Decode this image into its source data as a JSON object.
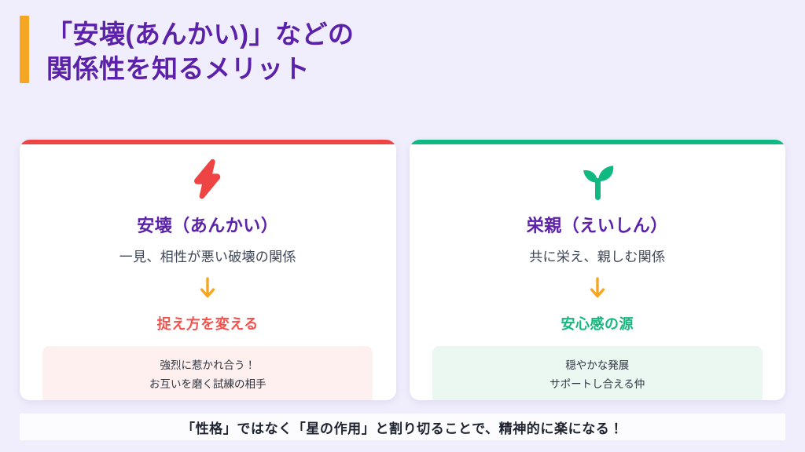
{
  "header": {
    "title": "「安壊(あんかい)」などの\n関係性を知るメリット",
    "accent_color": "#F5A623",
    "title_color": "#5B21A8"
  },
  "background_color": "#F0EEFC",
  "cards": [
    {
      "id": "ankai",
      "top_border_color": "#EF4444",
      "icon": "lightning-bolt-icon",
      "icon_color": "#EF4444",
      "title": "安壊（あんかい）",
      "subtitle": "一見、相性が悪い破壊の関係",
      "arrow": "↓",
      "arrow_color": "#F5A623",
      "keyword": "捉え方を変える",
      "keyword_color": "#F4534D",
      "note_bg_color": "#FDF0EE",
      "note_lines": [
        "強烈に惹かれ合う！",
        "お互いを磨く試練の相手"
      ]
    },
    {
      "id": "eishin",
      "top_border_color": "#10B981",
      "icon": "seedling-icon",
      "icon_color": "#10B981",
      "title": "栄親（えいしん）",
      "subtitle": "共に栄え、親しむ関係",
      "arrow": "↓",
      "arrow_color": "#F5A623",
      "keyword": "安心感の源",
      "keyword_color": "#14B87E",
      "note_bg_color": "#EAF8F1",
      "note_lines": [
        "穏やかな発展",
        "サポートし合える仲"
      ]
    }
  ],
  "footer": {
    "text": "「性格」ではなく「星の作用」と割り切ることで、精神的に楽になる！"
  }
}
